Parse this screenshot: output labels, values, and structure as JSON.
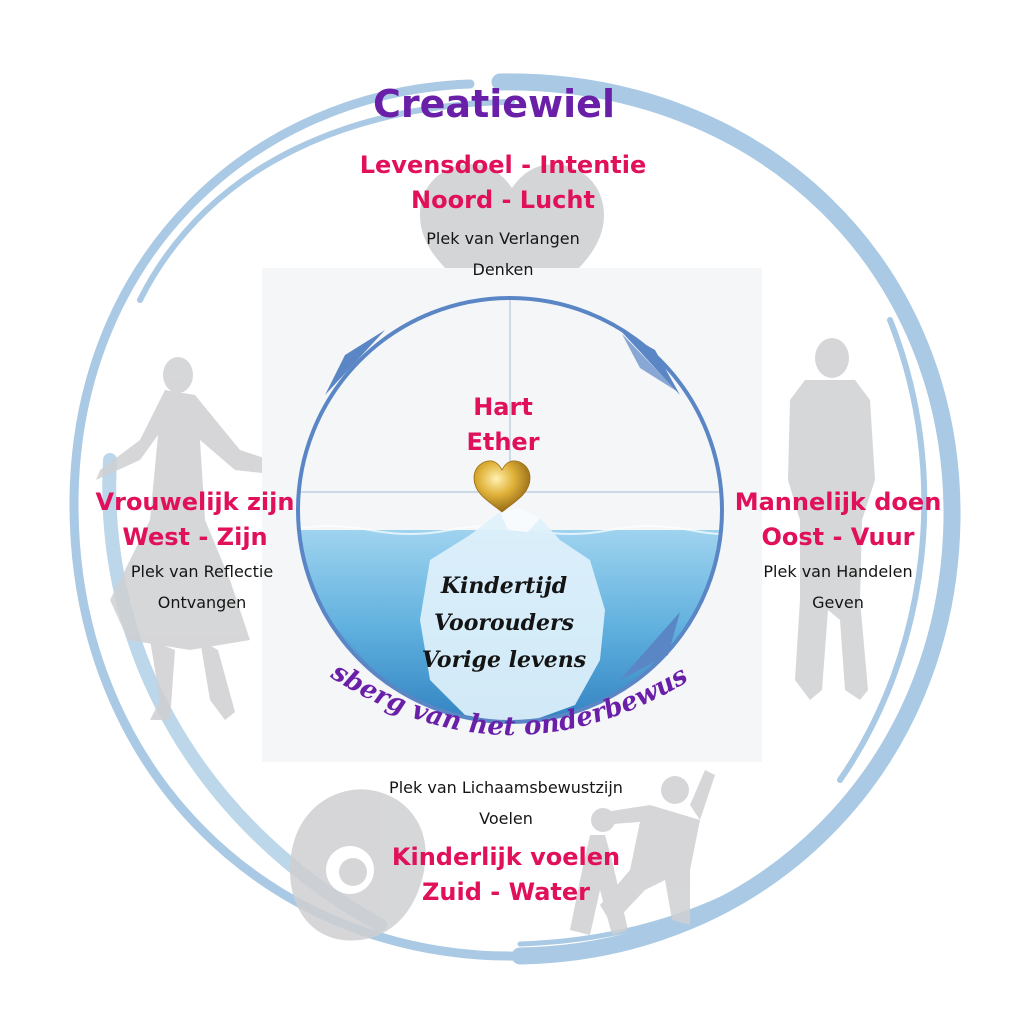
{
  "title": "Creatiewiel",
  "north": {
    "line1": "Levensdoel - Intentie",
    "line2": "Noord - Lucht",
    "sub1": "Plek van Verlangen",
    "sub2": "Denken"
  },
  "west": {
    "line1": "Vrouwelijk zijn",
    "line2": "West - Zijn",
    "sub1": "Plek van Reflectie",
    "sub2": "Ontvangen"
  },
  "east": {
    "line1": "Mannelijk doen",
    "line2": "Oost - Vuur",
    "sub1": "Plek van Handelen",
    "sub2": "Geven"
  },
  "south": {
    "sub1": "Plek van Lichaamsbewustzijn",
    "sub2": "Voelen",
    "line1": "Kinderlijk voelen",
    "line2": "Zuid - Water"
  },
  "center": {
    "line1": "Hart",
    "line2": "Ether"
  },
  "iceberg": {
    "line1": "Kindertijd",
    "line2": "Voorouders",
    "line3": "Vorige levens",
    "arc_label": "Ijsberg van het onderbewuste"
  },
  "colors": {
    "title": "#6a1fa8",
    "heading": "#e0105a",
    "ring": "#a9c9e4",
    "circle": "#5a86c6",
    "water": "#6fb8e0",
    "silhouette": "#cfd0d2",
    "heart": "#d4a52a"
  }
}
